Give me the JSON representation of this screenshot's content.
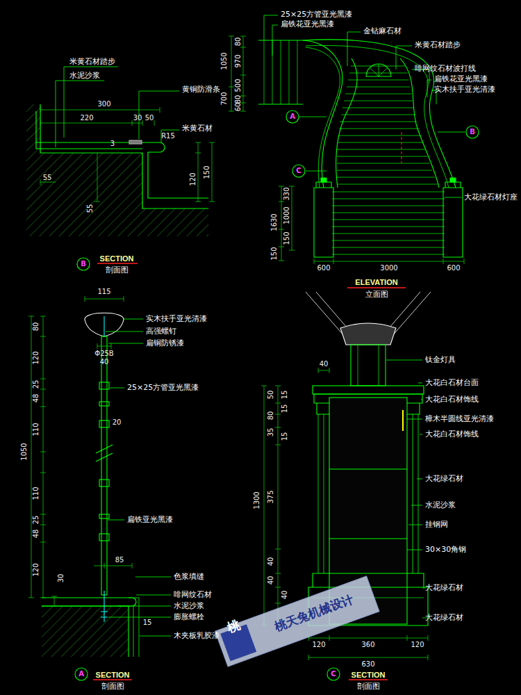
{
  "diagram": {
    "labels": [
      "米黄石材踏步",
      "水泥沙浆",
      "黄铜防滑条",
      "300",
      "220",
      "30",
      "50",
      "3",
      "米黄石材",
      "R15",
      "55",
      "120",
      "150",
      "55",
      "B",
      "SECTION",
      "剖面图",
      "25×25方管亚光黑漆",
      "扁铁花亚光黑漆",
      "金钻麻石材",
      "米黄石材踏步",
      "啡网纹石材波打线",
      "扁铁花亚光黑漆",
      "实木扶手亚光清漆",
      "1050",
      "80",
      "970",
      "700",
      "500",
      "80",
      "60",
      "A",
      "B",
      "C",
      "大花绿石材灯座",
      "330",
      "1630",
      "1000",
      "150",
      "150",
      "600",
      "3000",
      "600",
      "ELEVATION",
      "立面图",
      "115",
      "实木扶手亚光清漆",
      "高强螺钉",
      "扁铜防锈漆",
      "Φ25B",
      "40",
      "25×25方管亚光黑漆",
      "20",
      "扁铁亚光黑漆",
      "85",
      "色浆填缝",
      "啡网纹石材",
      "水泥沙浆",
      "膨胀螺栓",
      "15",
      "木夹板乳胶漆",
      "30",
      "80",
      "120",
      "25",
      "48",
      "110",
      "1050",
      "110",
      "25",
      "48",
      "120",
      "A",
      "SECTION",
      "剖面图",
      "钛金灯具",
      "40",
      "大花白石材台面",
      "大花白石材饰线",
      "樟木半圆线亚光清漆",
      "大花白石材饰线",
      "大花绿石材",
      "水泥沙浆",
      "挂钢网",
      "30×30角钢",
      "大花绿石材",
      "大花绿石材",
      "50",
      "15",
      "80",
      "15",
      "35",
      "15",
      "1300",
      "375",
      "40",
      "40",
      "40",
      "120",
      "360",
      "120",
      "630",
      "C",
      "SECTION",
      "剖面图",
      "桃",
      "桃天兔机械设计"
    ]
  }
}
